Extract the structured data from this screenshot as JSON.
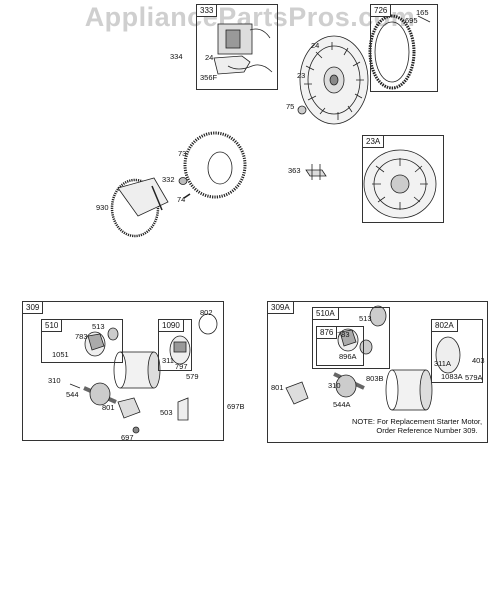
{
  "watermark": "AppliancePartsPros.com",
  "groups": {
    "g333": "333",
    "g726": "726",
    "g23a": "23A",
    "g309": "309",
    "g510": "510",
    "g1090": "1090",
    "g309a": "309A",
    "g510a": "510A",
    "g876": "876",
    "g802a": "802A"
  },
  "parts": {
    "p334": "334",
    "p24a": "24",
    "p356f": "356F",
    "p24b": "24",
    "p23": "23",
    "p75": "75",
    "p165": "165",
    "p695": "695",
    "p73": "73",
    "p332": "332",
    "p74": "74",
    "p930": "930",
    "p363": "363",
    "p513": "513",
    "p783": "783",
    "p1051": "1051",
    "p802": "802",
    "p311": "311",
    "p797": "797",
    "p579": "579",
    "p310": "310",
    "p544": "544",
    "p801": "801",
    "p503": "503",
    "p697": "697",
    "p697b": "697B",
    "p513a": "513",
    "p783a": "783",
    "p896a": "896A",
    "p311a": "311A",
    "p403": "403",
    "p1083a": "1083A",
    "p579a": "579A",
    "p801a": "801",
    "p310a": "310",
    "p803b": "803B",
    "p544a": "544A"
  },
  "note": {
    "line1": "NOTE: For Replacement Starter Motor,",
    "line2": "Order Reference Number 309."
  }
}
